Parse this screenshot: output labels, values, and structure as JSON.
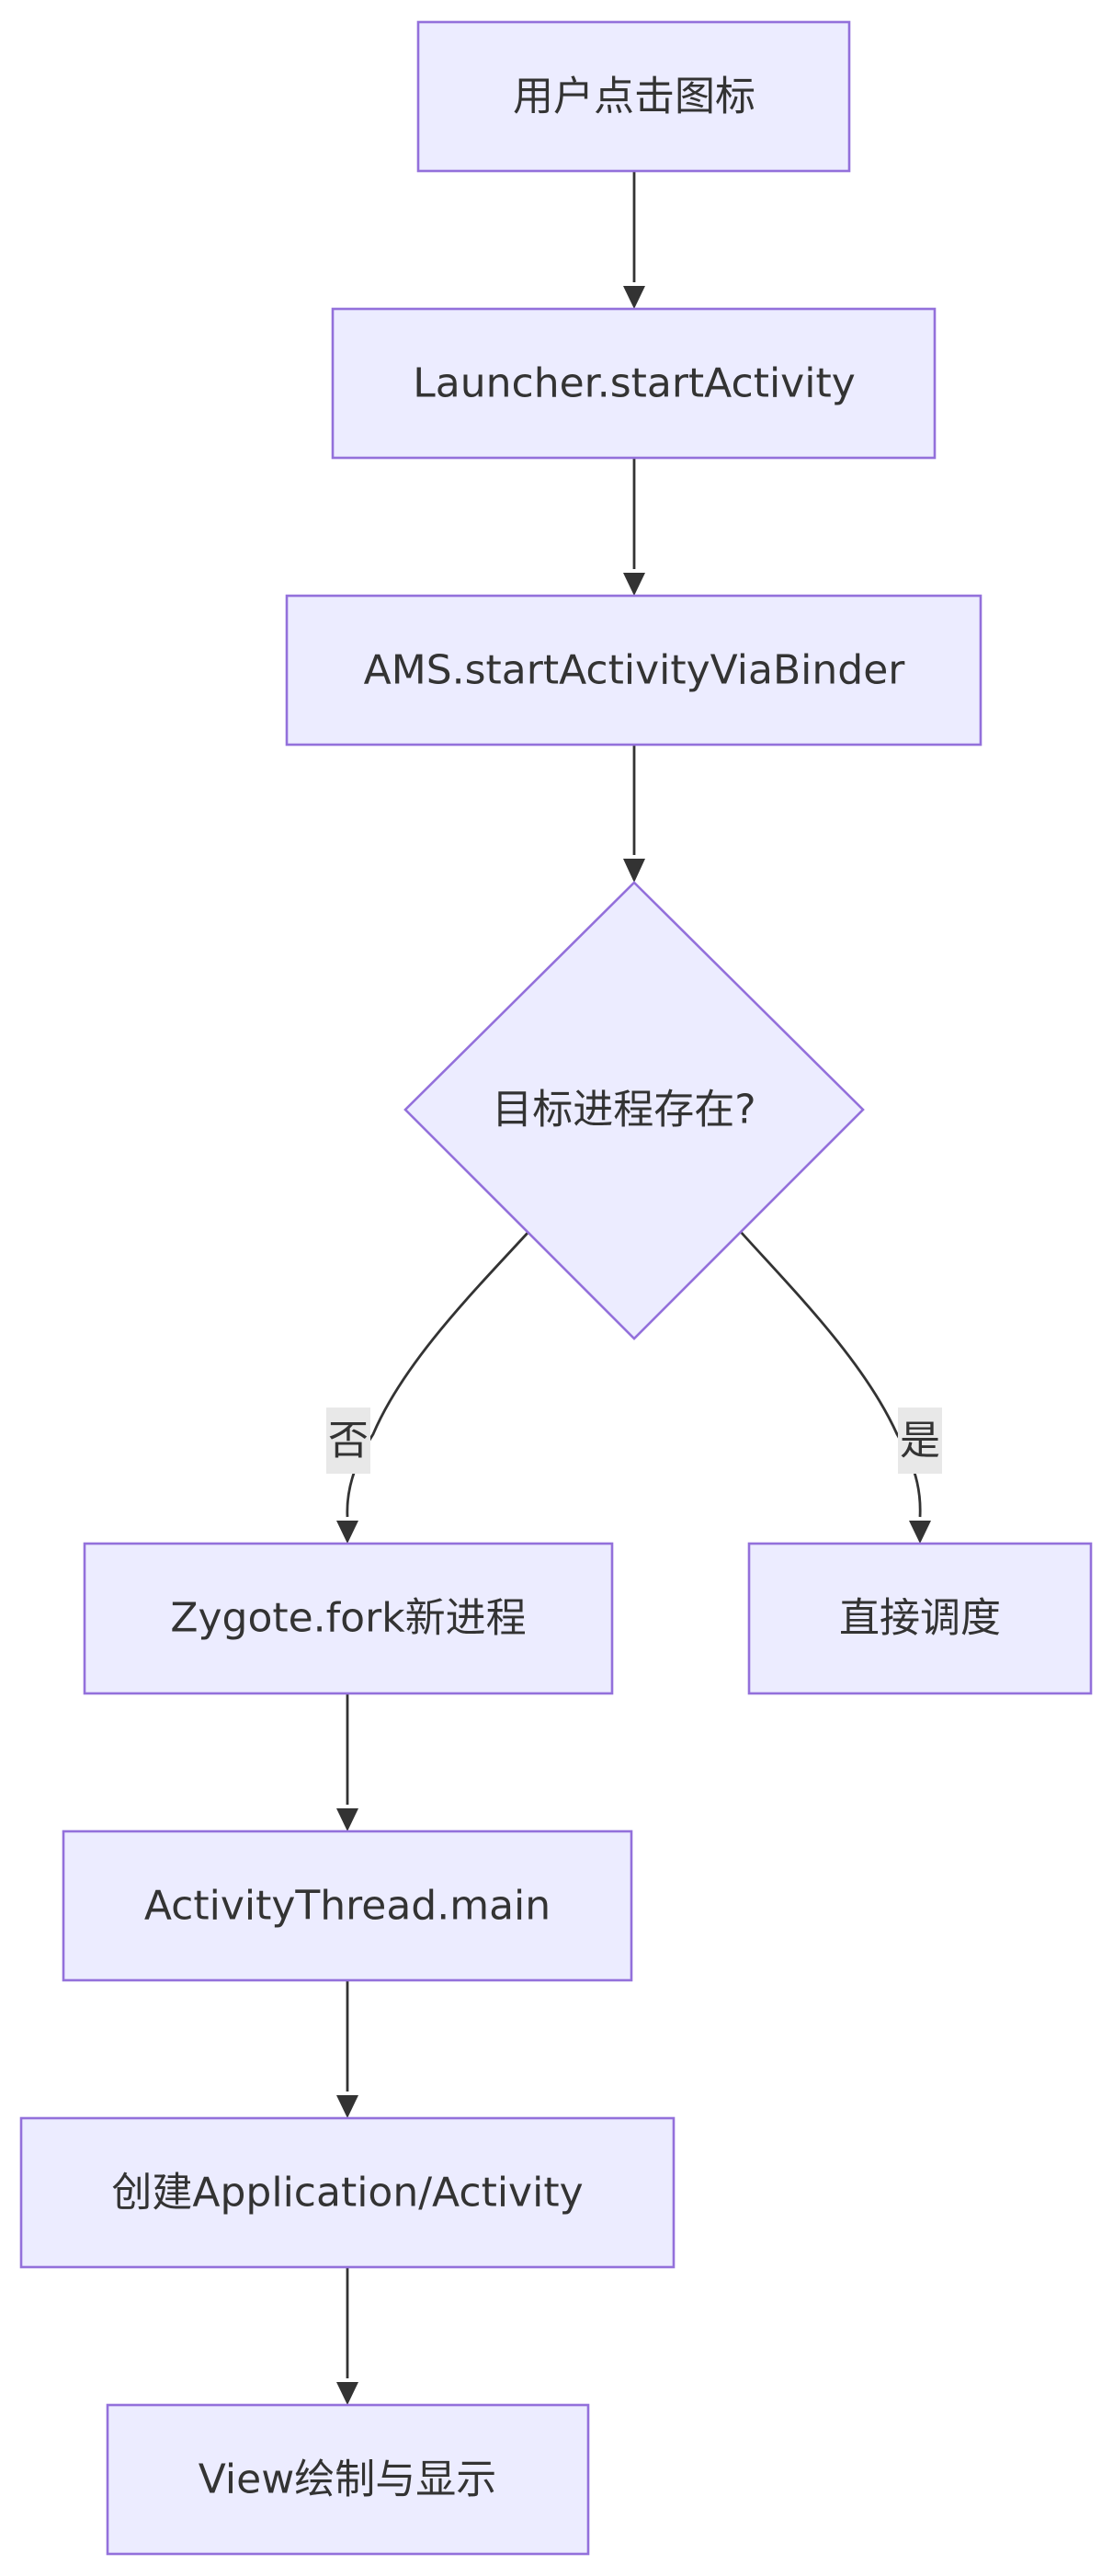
{
  "diagram": {
    "colors": {
      "node_fill": "#ececff",
      "node_stroke": "#9370db",
      "edge": "#333333",
      "text": "#333333",
      "edge_label_bg": "#e8e8e8"
    },
    "nodes": {
      "user_click": "用户点击图标",
      "launcher": "Launcher.startActivity",
      "ams": "AMS.startActivityViaBinder",
      "decision": "目标进程存在?",
      "zygote": "Zygote.fork新进程",
      "direct": "直接调度",
      "activity_thread": "ActivityThread.main",
      "create_app": "创建Application/Activity",
      "view_draw": "View绘制与显示"
    },
    "edges": {
      "no_label": "否",
      "yes_label": "是"
    }
  }
}
